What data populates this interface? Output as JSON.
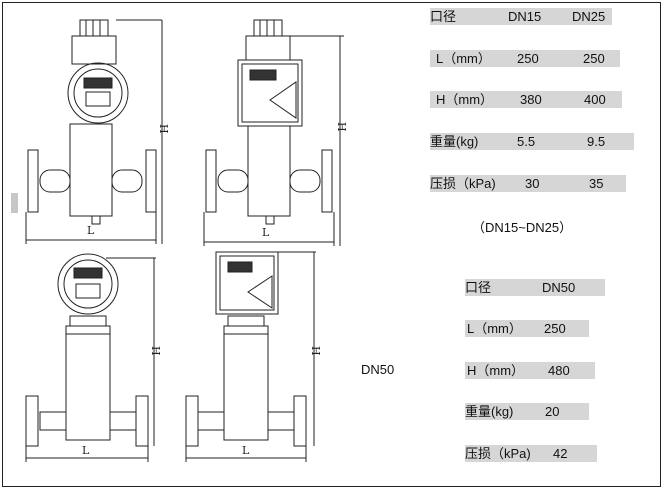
{
  "table_dn15_25": {
    "header": [
      "口径",
      "DN15",
      "DN25"
    ],
    "rows": [
      [
        "L（mm）",
        "250",
        "250"
      ],
      [
        "H（mm）",
        "380",
        "400"
      ],
      [
        "重量(kg)",
        "5.5",
        "9.5"
      ],
      [
        "压损（kPa)",
        "30",
        "35"
      ]
    ],
    "caption": "（DN15~DN25）"
  },
  "table_dn50": {
    "header": [
      "口径",
      "DN50"
    ],
    "rows": [
      [
        "L（mm）",
        "250"
      ],
      [
        "H（mm）",
        "480"
      ],
      [
        "重量(kg)",
        "20"
      ],
      [
        "压损（kPa)",
        "42"
      ]
    ]
  },
  "dn50_label": "DN50",
  "dimension_labels": {
    "length": "L",
    "height": "H"
  }
}
